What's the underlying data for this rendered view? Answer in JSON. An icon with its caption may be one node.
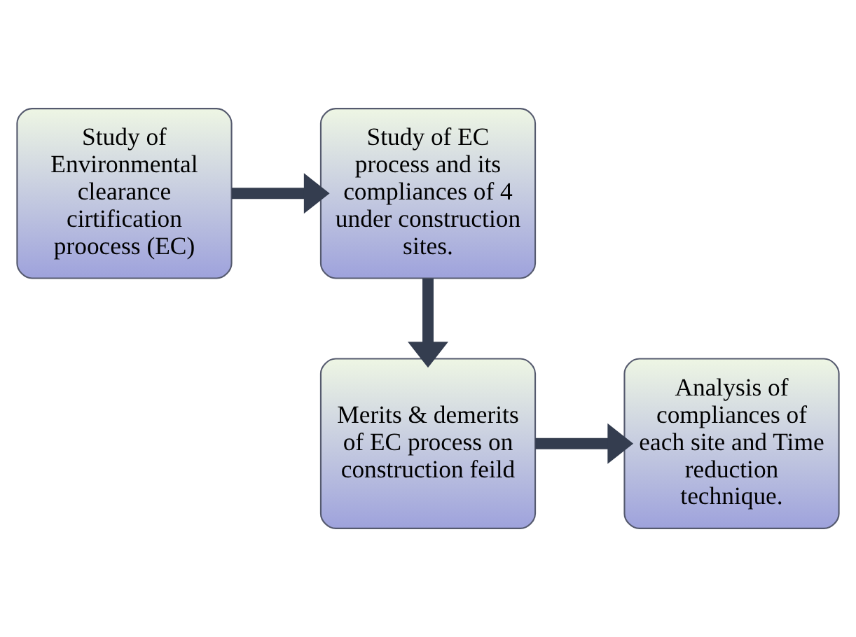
{
  "diagram": {
    "nodes": [
      {
        "text": [
          "Study of Environmental clearance cirtification proocess (EC)"
        ]
      },
      {
        "text": [
          "Study of EC process and its compliances of 4 under construction sites."
        ]
      },
      {
        "text": [
          "Merits & demerits of EC process on construction feild"
        ]
      },
      {
        "text": [
          "Analysis of compliances of each site and Time reduction technique."
        ]
      }
    ],
    "edges": [
      {
        "from": 0,
        "to": 1,
        "arrow": "to"
      },
      {
        "from": 1,
        "to": 2,
        "arrow": "to"
      },
      {
        "from": 2,
        "to": 3,
        "arrow": "to"
      }
    ]
  }
}
